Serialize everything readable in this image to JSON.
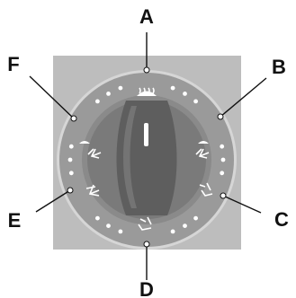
{
  "diagram": {
    "type": "air-distribution-control-dial",
    "colors": {
      "panel": "#bdbdbd",
      "ring": "#9a9a9a",
      "ring_edge": "#d6d6d6",
      "knob": "#6e6e6e",
      "knob_shadow": "#4a4a4a",
      "indicator": "#ffffff",
      "callout": "#111111"
    },
    "callouts": [
      {
        "label": "A",
        "icon": "windshield-defrost-icon"
      },
      {
        "label": "B",
        "icon": "defrost-and-floor-icon"
      },
      {
        "label": "C",
        "icon": "floor-vent-icon"
      },
      {
        "label": "D",
        "icon": "floor-vent-icon"
      },
      {
        "label": "E",
        "icon": "face-and-floor-icon"
      },
      {
        "label": "F",
        "icon": "defrost-and-floor-icon"
      }
    ]
  }
}
